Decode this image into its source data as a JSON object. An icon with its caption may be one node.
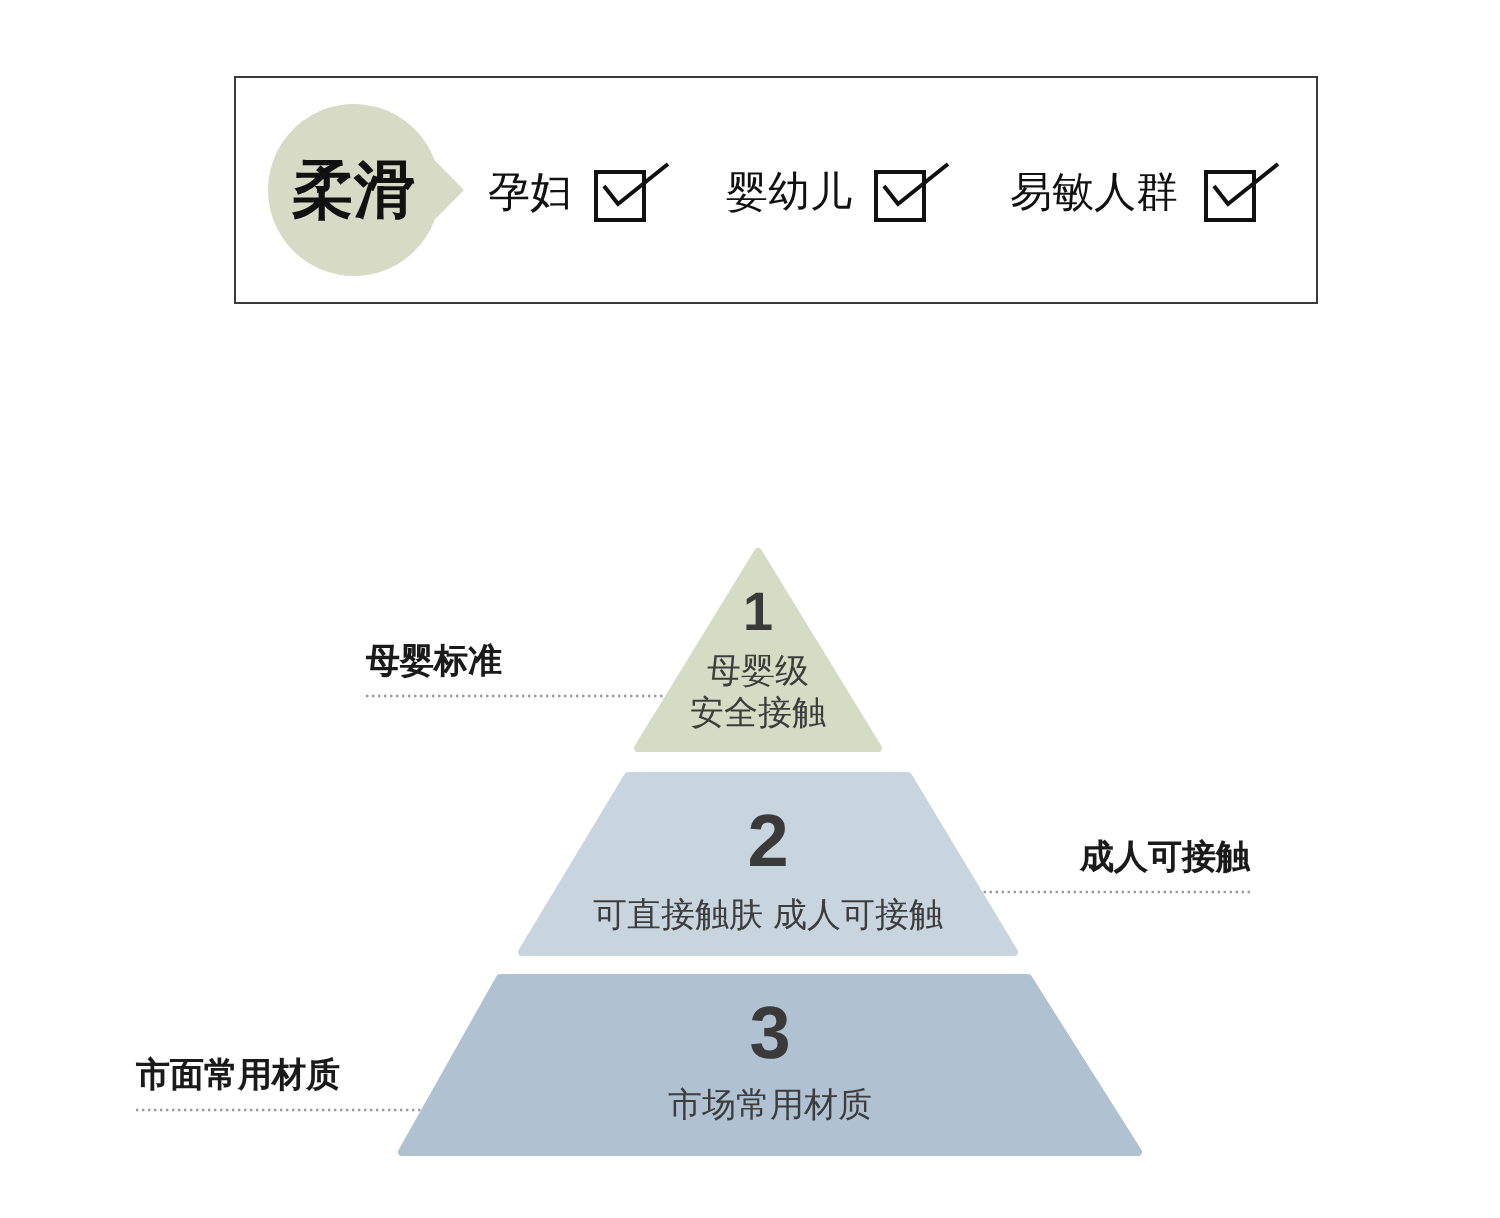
{
  "diagram": {
    "nodes": [
      {
        "text": [
          "柔滑"
        ]
      },
      {
        "text": [
          "1",
          "母婴级安全接触"
        ]
      },
      {
        "text": [
          "2",
          "可直接触肤 成人可接触"
        ]
      },
      {
        "text": [
          "3",
          "市场常用材质"
        ]
      },
      {
        "text": [
          "母婴标准"
        ]
      },
      {
        "text": [
          "成人可接触"
        ]
      },
      {
        "text": [
          "市面常用材质"
        ]
      }
    ],
    "edges": [
      {
        "from": 4,
        "to": 1,
        "arrow": "none",
        "style": "dashed"
      },
      {
        "from": 5,
        "to": 2,
        "arrow": "none",
        "style": "dashed"
      },
      {
        "from": 6,
        "to": 3,
        "arrow": "none",
        "style": "dashed"
      }
    ],
    "labels": [
      "孕妇",
      "婴幼儿",
      "易敏人群"
    ]
  }
}
